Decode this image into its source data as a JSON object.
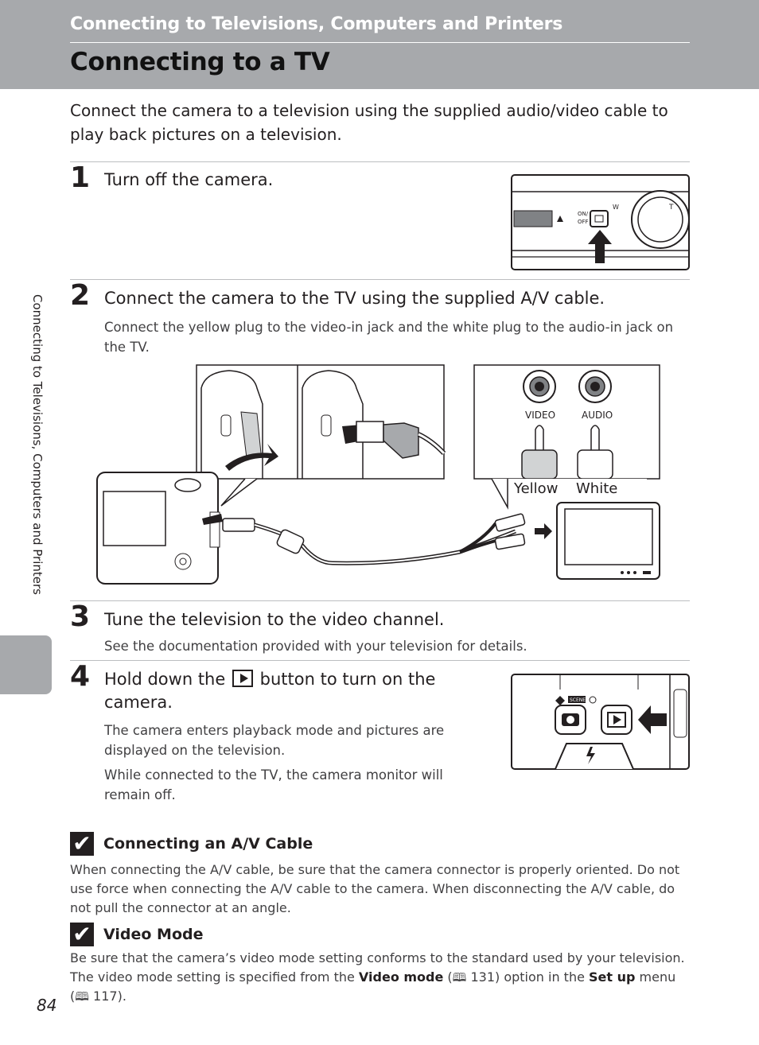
{
  "header": {
    "section_title": "Connecting to Televisions, Computers and Printers",
    "page_title": "Connecting to a TV"
  },
  "intro": "Connect the camera to a television using the supplied audio/video cable to play back pictures on a television.",
  "steps": [
    {
      "number": "1",
      "title": "Turn off the camera."
    },
    {
      "number": "2",
      "title": "Connect the camera to the TV using the supplied A/V cable.",
      "text": "Connect the yellow plug to the video-in jack and the white plug to the audio-in jack on the TV."
    },
    {
      "number": "3",
      "title": "Tune the television to the video channel.",
      "text": "See the documentation provided with your television for details."
    },
    {
      "number": "4",
      "title_before": "Hold down the",
      "title_after": "button to turn on the camera.",
      "text1": "The camera enters playback mode and pictures are displayed on the television.",
      "text2": "While connected to the TV, the camera monitor will remain off."
    }
  ],
  "figures": {
    "camera_top": {
      "on_off": "ON/",
      "off": "OFF",
      "w": "W",
      "t": "T"
    },
    "jacks": {
      "video": "VIDEO",
      "audio": "AUDIO",
      "yellow": "Yellow",
      "white": "White"
    },
    "buttons": {
      "scene": "SCENE"
    }
  },
  "notes": [
    {
      "title": "Connecting an A/V Cable",
      "text": "When connecting the A/V cable, be sure that the camera connector is properly oriented. Do not use force when connecting the A/V cable to the camera. When disconnecting the A/V cable, do not pull the connector at an angle."
    },
    {
      "title": "Video Mode",
      "text_1": "Be sure that the camera’s video mode setting conforms to the standard used by your television. The video mode setting is specified from the ",
      "bold_1": "Video mode",
      "text_2": " (",
      "ref_1": "131) option in the ",
      "bold_2": "Set up",
      "text_3": " menu (",
      "ref_2": "117)."
    }
  ],
  "side_label": "Connecting to Televisions, Computers and Printers",
  "page_number": "84",
  "colors": {
    "header_bg": "#a7a9ac",
    "text": "#231f20"
  }
}
